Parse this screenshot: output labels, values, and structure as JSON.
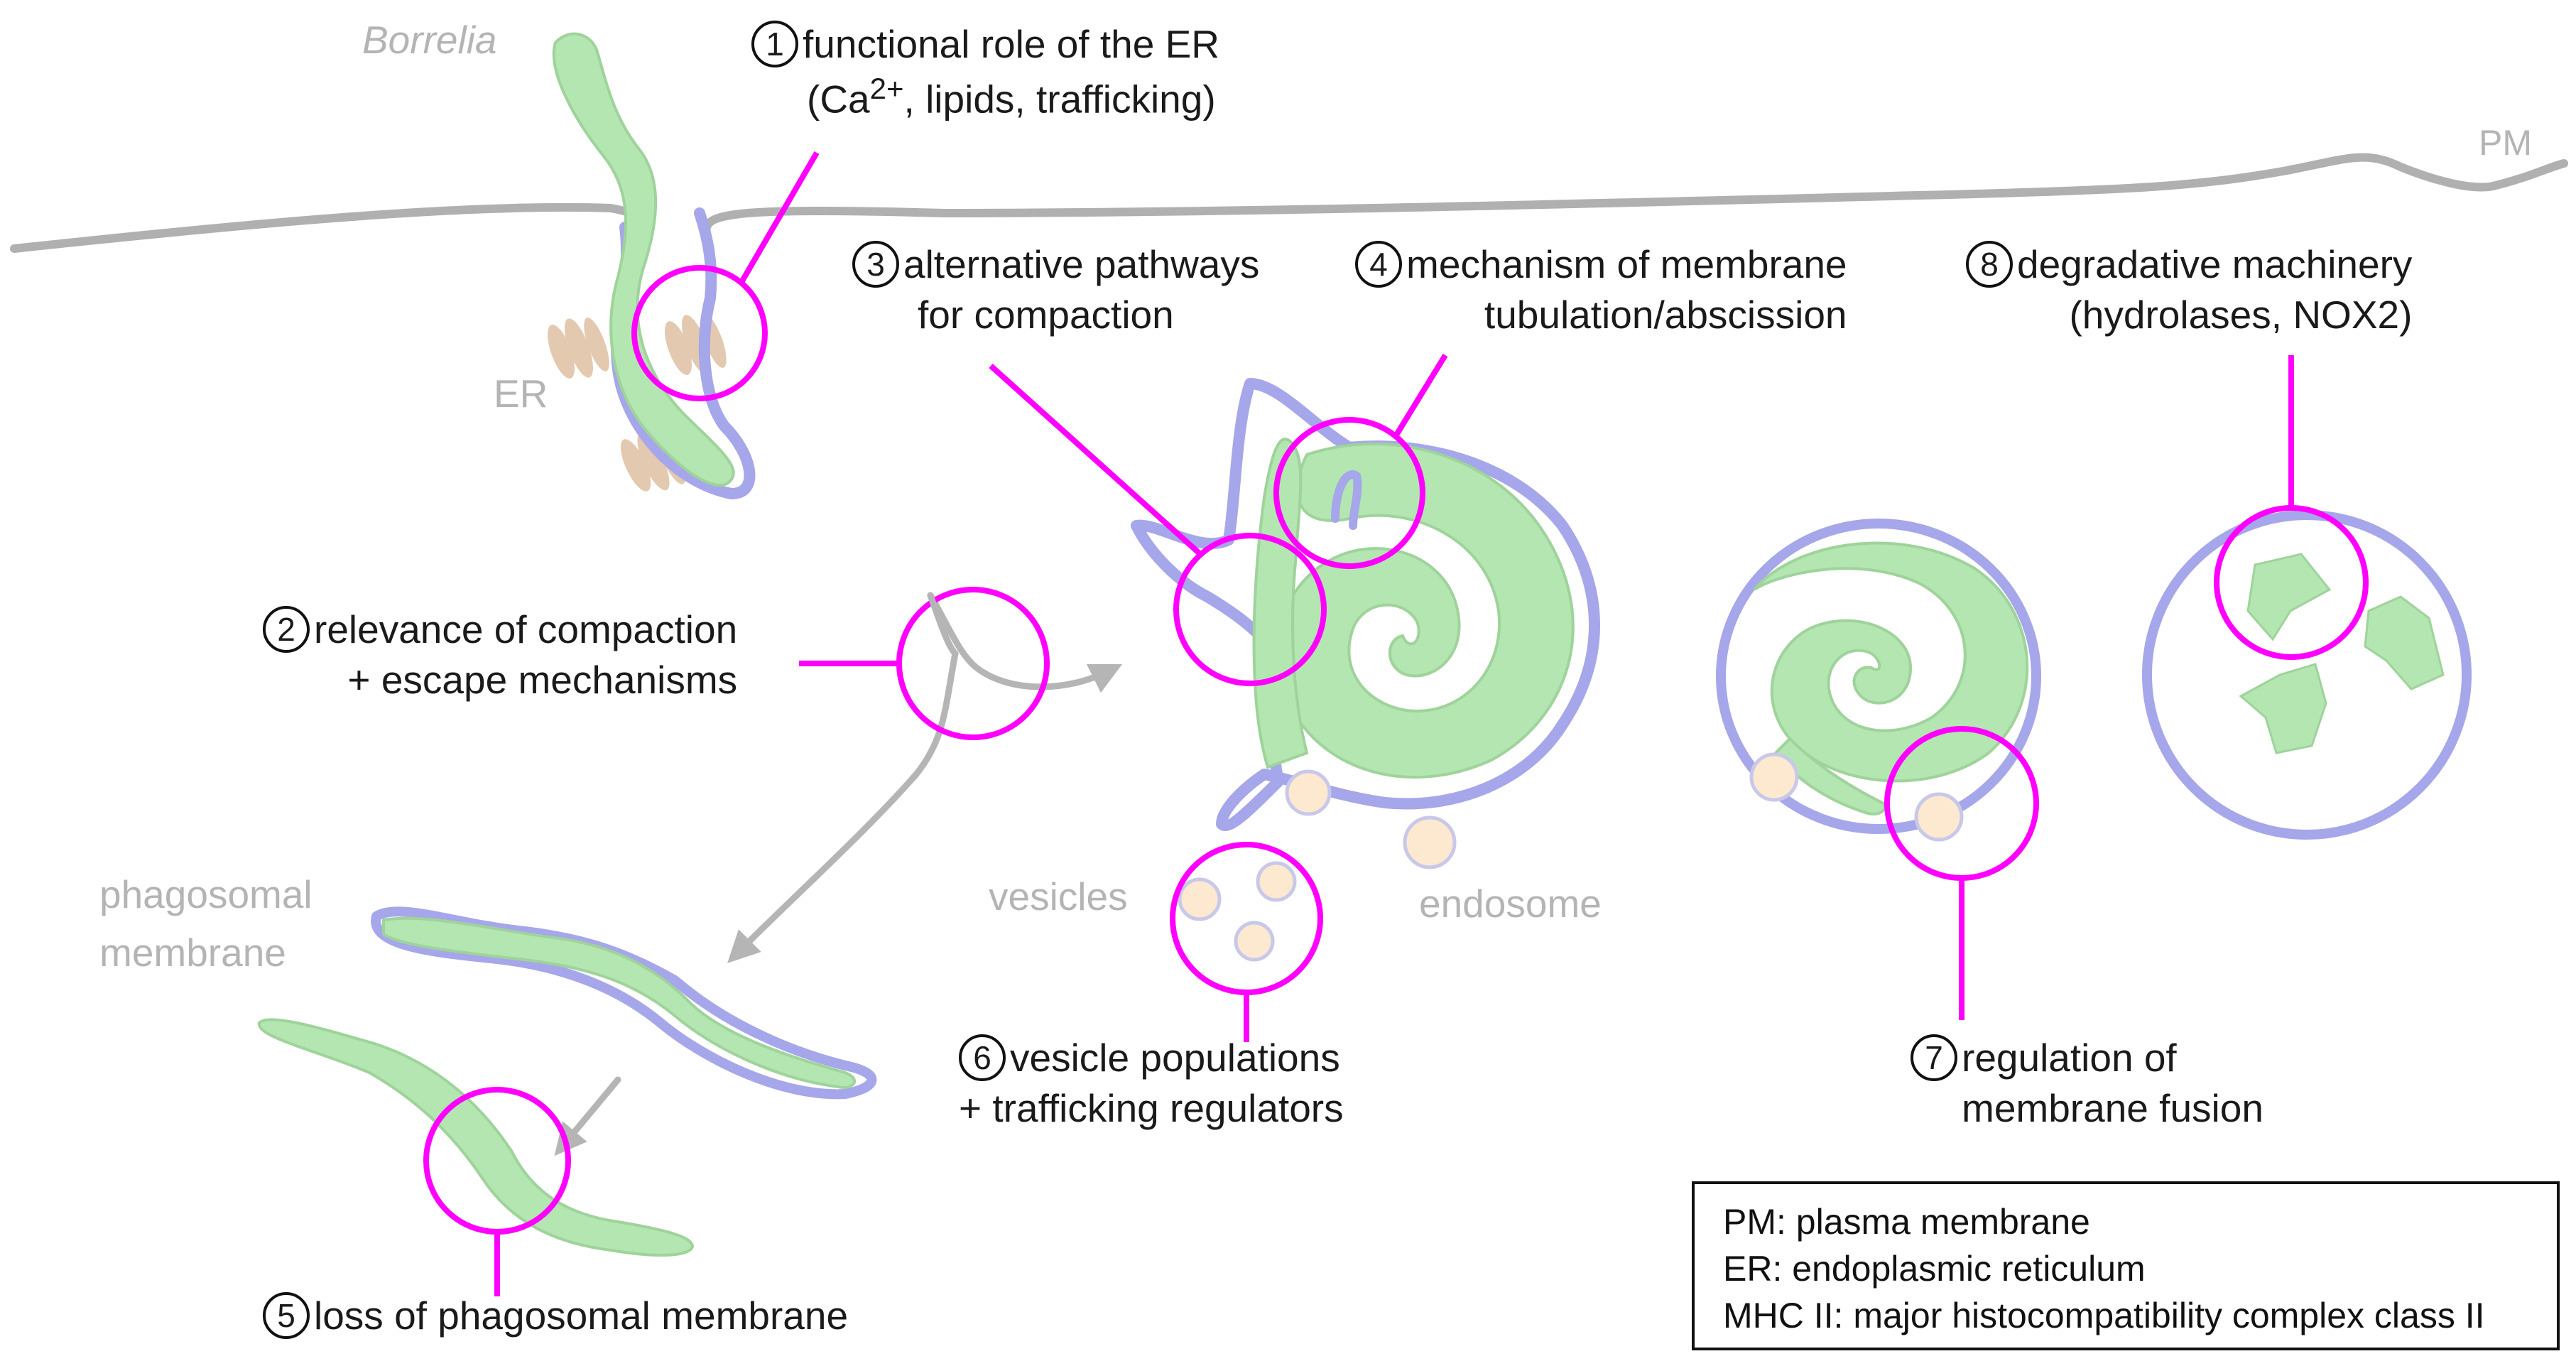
{
  "labels": {
    "borrelia": "Borrelia",
    "pm": "PM",
    "er": "ER",
    "phagosomal_membrane": [
      "phagosomal",
      "membrane"
    ],
    "vesicles": "vesicles",
    "endosome": "endosome"
  },
  "callouts": [
    {
      "num": "1",
      "lines": [
        "functional role of the ER",
        "(Ca2+, lipids, trafficking)"
      ]
    },
    {
      "num": "2",
      "lines": [
        "relevance of compaction",
        "+ escape mechanisms"
      ]
    },
    {
      "num": "3",
      "lines": [
        "alternative pathways",
        "for compaction"
      ]
    },
    {
      "num": "4",
      "lines": [
        "mechanism of membrane",
        "tubulation/abscission"
      ]
    },
    {
      "num": "5",
      "lines": [
        "loss of phagosomal membrane"
      ]
    },
    {
      "num": "6",
      "lines": [
        "vesicle populations",
        "+ trafficking regulators"
      ]
    },
    {
      "num": "7",
      "lines": [
        "regulation of",
        "membrane fusion"
      ]
    },
    {
      "num": "8",
      "lines": [
        "degradative machinery",
        "(hydrolases, NOX2)"
      ]
    }
  ],
  "legend": [
    "PM: plasma membrane",
    "ER: endoplasmic reticulum",
    "MHC II: major histocompatibility complex class II"
  ],
  "colors": {
    "bacterium_fill": "#b3e6b0",
    "bacterium_stroke": "#9fd39b",
    "membrane": "#a6a6ea",
    "callout": "#ff00ff",
    "pm_line": "#b0b0b0",
    "arrow": "#b5b5b5",
    "er_fill": "#e0c4a8",
    "vesicle_fill": "#fde9cf",
    "vesicle_stroke": "#c8c8ea"
  }
}
